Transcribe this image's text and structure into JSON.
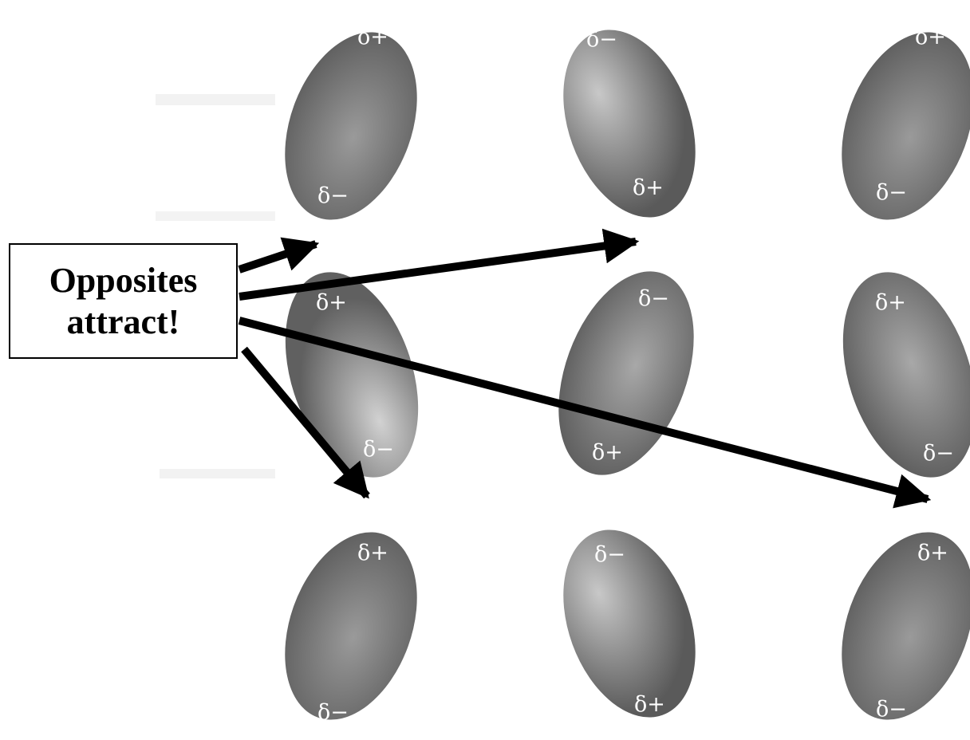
{
  "callout": {
    "line1": "Opposites",
    "line2": "attract!"
  },
  "colors": {
    "ellipse_light": "#c4c4c4",
    "ellipse_mid": "#8a8a8a",
    "ellipse_dark": "#5a5a5a",
    "arrow": "#000000",
    "charge_text": "#ffffff"
  },
  "molecules": [
    {
      "pos_top": "δ+",
      "neg_bottom": "δ−"
    },
    {
      "neg_top": "δ−",
      "pos_bottom": "δ+"
    },
    {
      "pos_top": "δ+",
      "neg_bottom": "δ−"
    },
    {
      "pos_top": "δ+",
      "neg_bottom": "δ−"
    },
    {
      "neg_top": "δ−",
      "pos_bottom": "δ+"
    },
    {
      "pos_top": "δ+",
      "neg_bottom": "δ−"
    },
    {
      "pos_top": "δ+",
      "neg_bottom": "δ−"
    },
    {
      "neg_top": "δ−",
      "pos_bottom": "δ+"
    },
    {
      "pos_top": "δ+",
      "neg_bottom": "δ−"
    }
  ]
}
